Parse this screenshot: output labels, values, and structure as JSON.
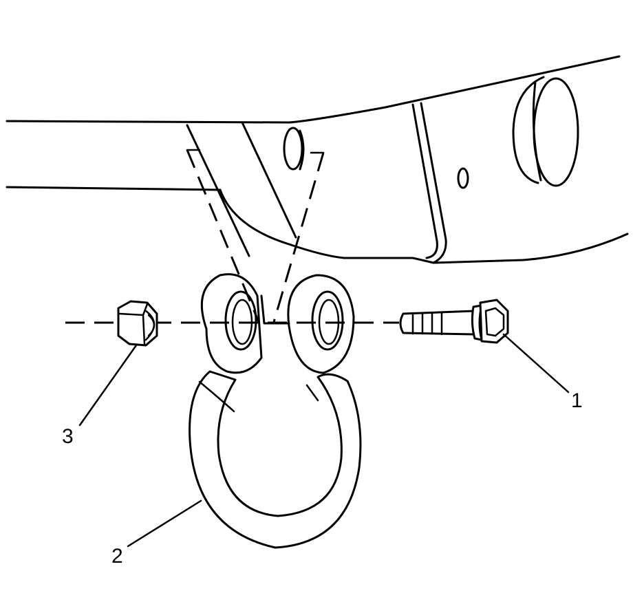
{
  "callouts": [
    {
      "id": "1",
      "text": "1",
      "part": "bolt"
    },
    {
      "id": "2",
      "text": "2",
      "part": "shackle"
    },
    {
      "id": "3",
      "text": "3",
      "part": "nut"
    }
  ],
  "colors": {
    "line": "#000000",
    "background": "#ffffff"
  }
}
